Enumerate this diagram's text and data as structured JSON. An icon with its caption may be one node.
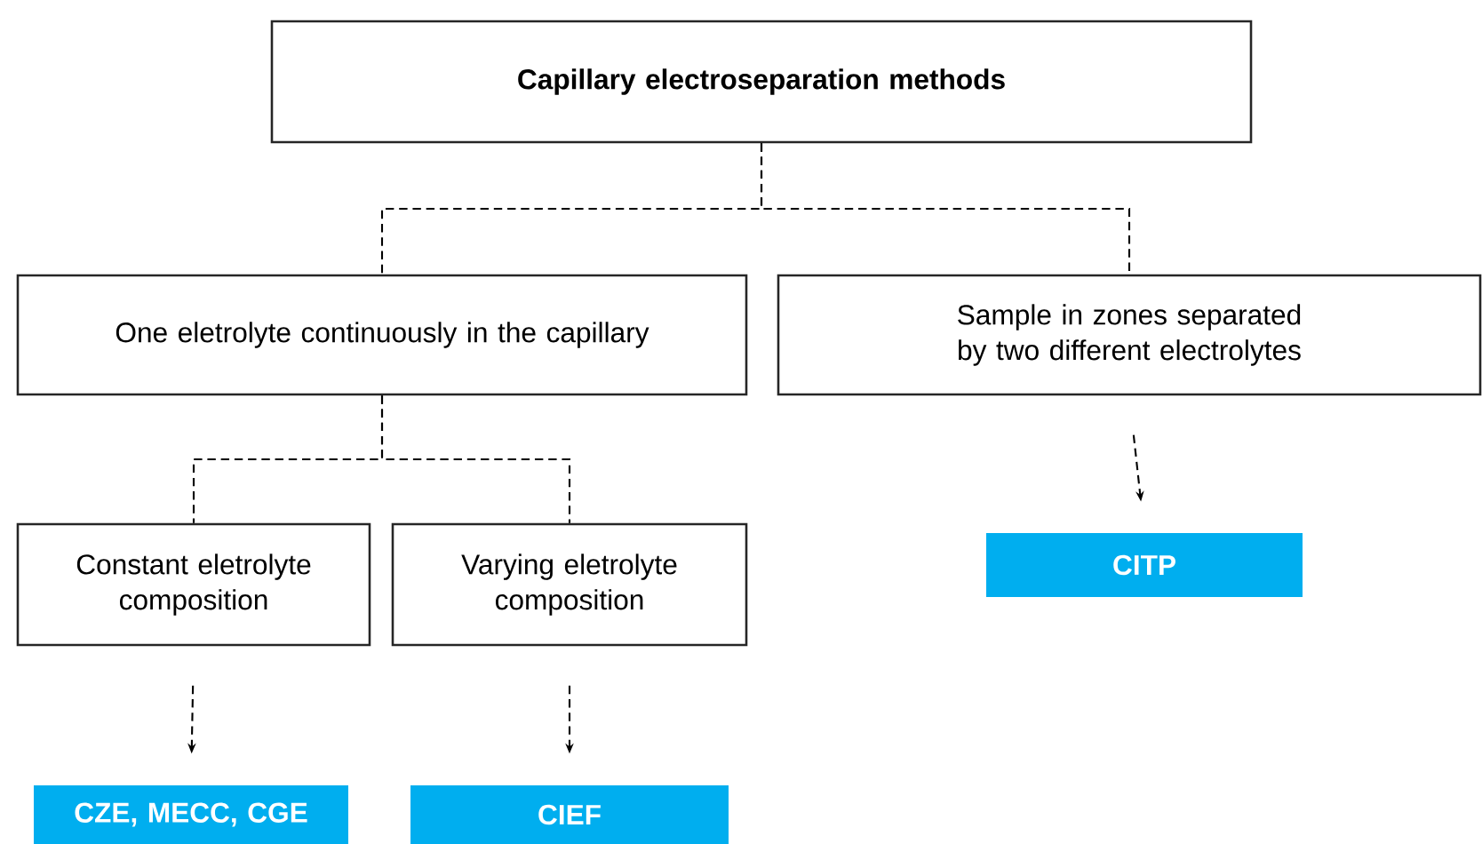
{
  "diagram": {
    "nodes": [
      {
        "text": [
          "**Capillary electroseparation methods**"
        ]
      },
      {
        "text": [
          "One eletrolyte continuously in the capillary"
        ]
      },
      {
        "text": [
          "Sample in zones separated by two different electrolytes"
        ]
      },
      {
        "text": [
          "Constant eletrolyte composition"
        ]
      },
      {
        "text": [
          "Varying eletrolyte composition"
        ]
      },
      {
        "text": [
          "CITP"
        ]
      },
      {
        "text": [
          "CZE, MECC, CGE"
        ]
      },
      {
        "text": [
          "CIEF"
        ]
      }
    ],
    "edges": [
      {
        "from": 0,
        "to": 1,
        "arrow": "none",
        "style": "dashed"
      },
      {
        "from": 0,
        "to": 2,
        "arrow": "none",
        "style": "dashed"
      },
      {
        "from": 1,
        "to": 3,
        "arrow": "none",
        "style": "dashed"
      },
      {
        "from": 1,
        "to": 4,
        "arrow": "none",
        "style": "dashed"
      },
      {
        "from": 2,
        "to": 5,
        "arrow": "to",
        "style": "dashed"
      },
      {
        "from": 3,
        "to": 6,
        "arrow": "to",
        "style": "dashed"
      },
      {
        "from": 4,
        "to": 7,
        "arrow": "to",
        "style": "dashed"
      }
    ]
  }
}
